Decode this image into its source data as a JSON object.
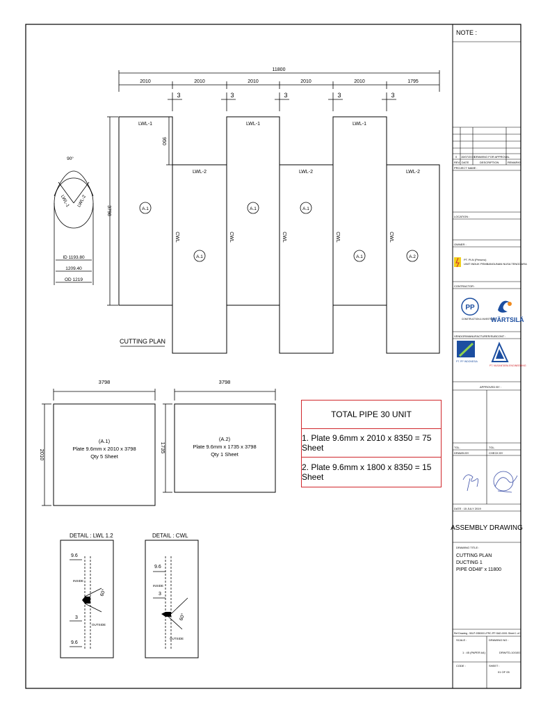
{
  "note_label": "NOTE :",
  "dims": {
    "overall": "11800",
    "seg": [
      "2010",
      "2010",
      "2010",
      "2010",
      "2010",
      "1795"
    ],
    "gap": "3",
    "height": "3798",
    "step": "950"
  },
  "labels": {
    "lwl1": "LWL-1",
    "lwl2": "LWL-2",
    "cwl": "CWL",
    "a1": "A.1",
    "a2": "A.2",
    "cutting_plan": "CUTTING PLAN"
  },
  "circle": {
    "angle": "90°",
    "lwl1": "LWL-1",
    "lwl2": "LWL-2",
    "id": "ID 1193.80",
    "mid": "1209.40",
    "od": "OD 1219"
  },
  "plates": [
    {
      "width": "3798",
      "height": "2010",
      "name": "(A.1)",
      "desc": "Plate 9.6mm x 2010 x 3798",
      "qty": "Qty 5 Sheet"
    },
    {
      "width": "3798",
      "height": "1735",
      "name": "(A.2)",
      "desc": "Plate 9.6mm x 1735 x 3798",
      "qty": "Qty 1 Sheet"
    }
  ],
  "summary": {
    "title": "TOTAL PIPE 30 UNIT",
    "line1": "1. Plate 9.6mm x 2010 x 8350 = 75 Sheet",
    "line2": "2. Plate 9.6mm x 1800 x 8350 = 15 Sheet"
  },
  "details": {
    "lwl": {
      "title": "DETAIL : LWL 1.2",
      "thk": "9.6",
      "gap": "3",
      "angle": "60°",
      "inside": "INSIDE",
      "outside": "OUTSIDE"
    },
    "cwl": {
      "title": "DETAIL : CWL",
      "thk": "9.6",
      "gap": "3",
      "angle": "60°",
      "inside": "INSIDE",
      "outside": "OUTSIDE"
    }
  },
  "title_block": {
    "rev_row": [
      "REV",
      "DATE",
      "DESCRIPTION",
      "REMARKS"
    ],
    "rev0": [
      "0",
      "15/07/2019",
      "DRAWING FOR APPROVAL",
      ""
    ],
    "project_name": "PROJECT NAME :",
    "location": "LOCATION :",
    "owner": "OWNER :",
    "owner_company": "PT. PLN (Persero)",
    "owner_unit": "UNIT INDUK PEMBANGUNAN NUSA TENGGARA",
    "contractor": "CONTRACTOR :",
    "pp_text": "CONSTRUCTION & INVESTMENT",
    "wartsila": "WÄRTSILÄ",
    "vendor": "VENDOR/MANUFACTURER/SUBCONT :",
    "vendor1": "PT. PP INDONESIA",
    "vendor2": "PT. NUSANTARA ENGINEERING",
    "approved_by": "APPROVED BY :",
    "ttd1": "TGL.",
    "ttd2": "TGL.",
    "drawn": "DRAWN BY",
    "checked": "CHECK BY",
    "date": "DATE : 15 JULY 2019",
    "doc_type": "ASSEMBLY DRAWING",
    "drawing_title_label": "DRAWING TITLE :",
    "drawing_title": [
      "CUTTING PLAN",
      "DUCTING 1",
      "PIPE OD48\" x 11800"
    ],
    "ref": "Ref Drawing : 50LP-9350001-PRC-PP-SAD-0001 Sheet 1 of 3",
    "scale_label": "SCALE :",
    "scale": "1 : 45 (PAPER A4)",
    "dwg_no_label": "DRAWING NO :",
    "dwg_no": "DRW/TD-10/1001",
    "code_label": "CODE :",
    "sheet_label": "SHEET :",
    "sheet": "01 OF 05"
  }
}
